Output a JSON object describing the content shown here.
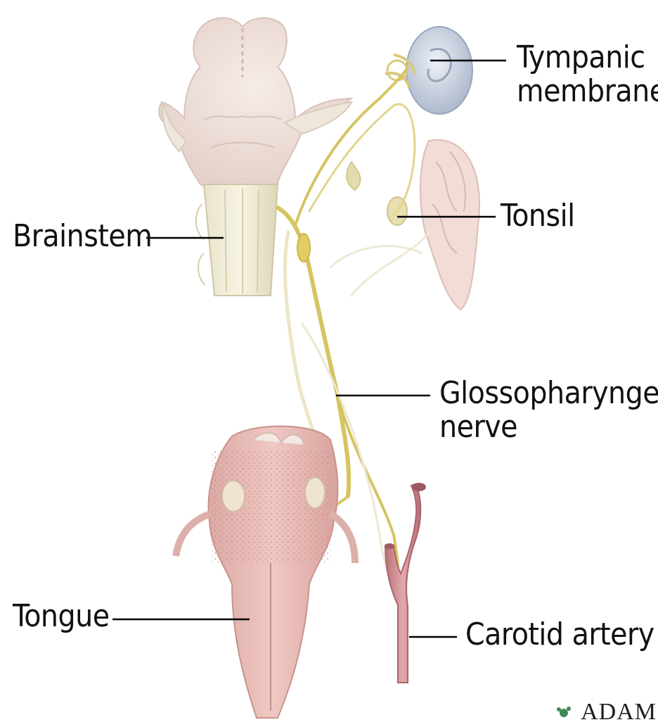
{
  "labels": {
    "tympanic_line1": "Tympanic",
    "tympanic_line2": "membrane",
    "tonsil": "Tonsil",
    "brainstem": "Brainstem",
    "nerve_line1": "Glossopharyngeal",
    "nerve_line2": "nerve",
    "tongue": "Tongue",
    "carotid": "Carotid artery"
  },
  "logo": "ADAM",
  "colors": {
    "nerve": "#d8c86a",
    "brainstem": "#eeded8",
    "tongue": "#e6b7b2",
    "artery": "#cf8f93",
    "ear": "#c7d0df",
    "leader": "#000000"
  }
}
